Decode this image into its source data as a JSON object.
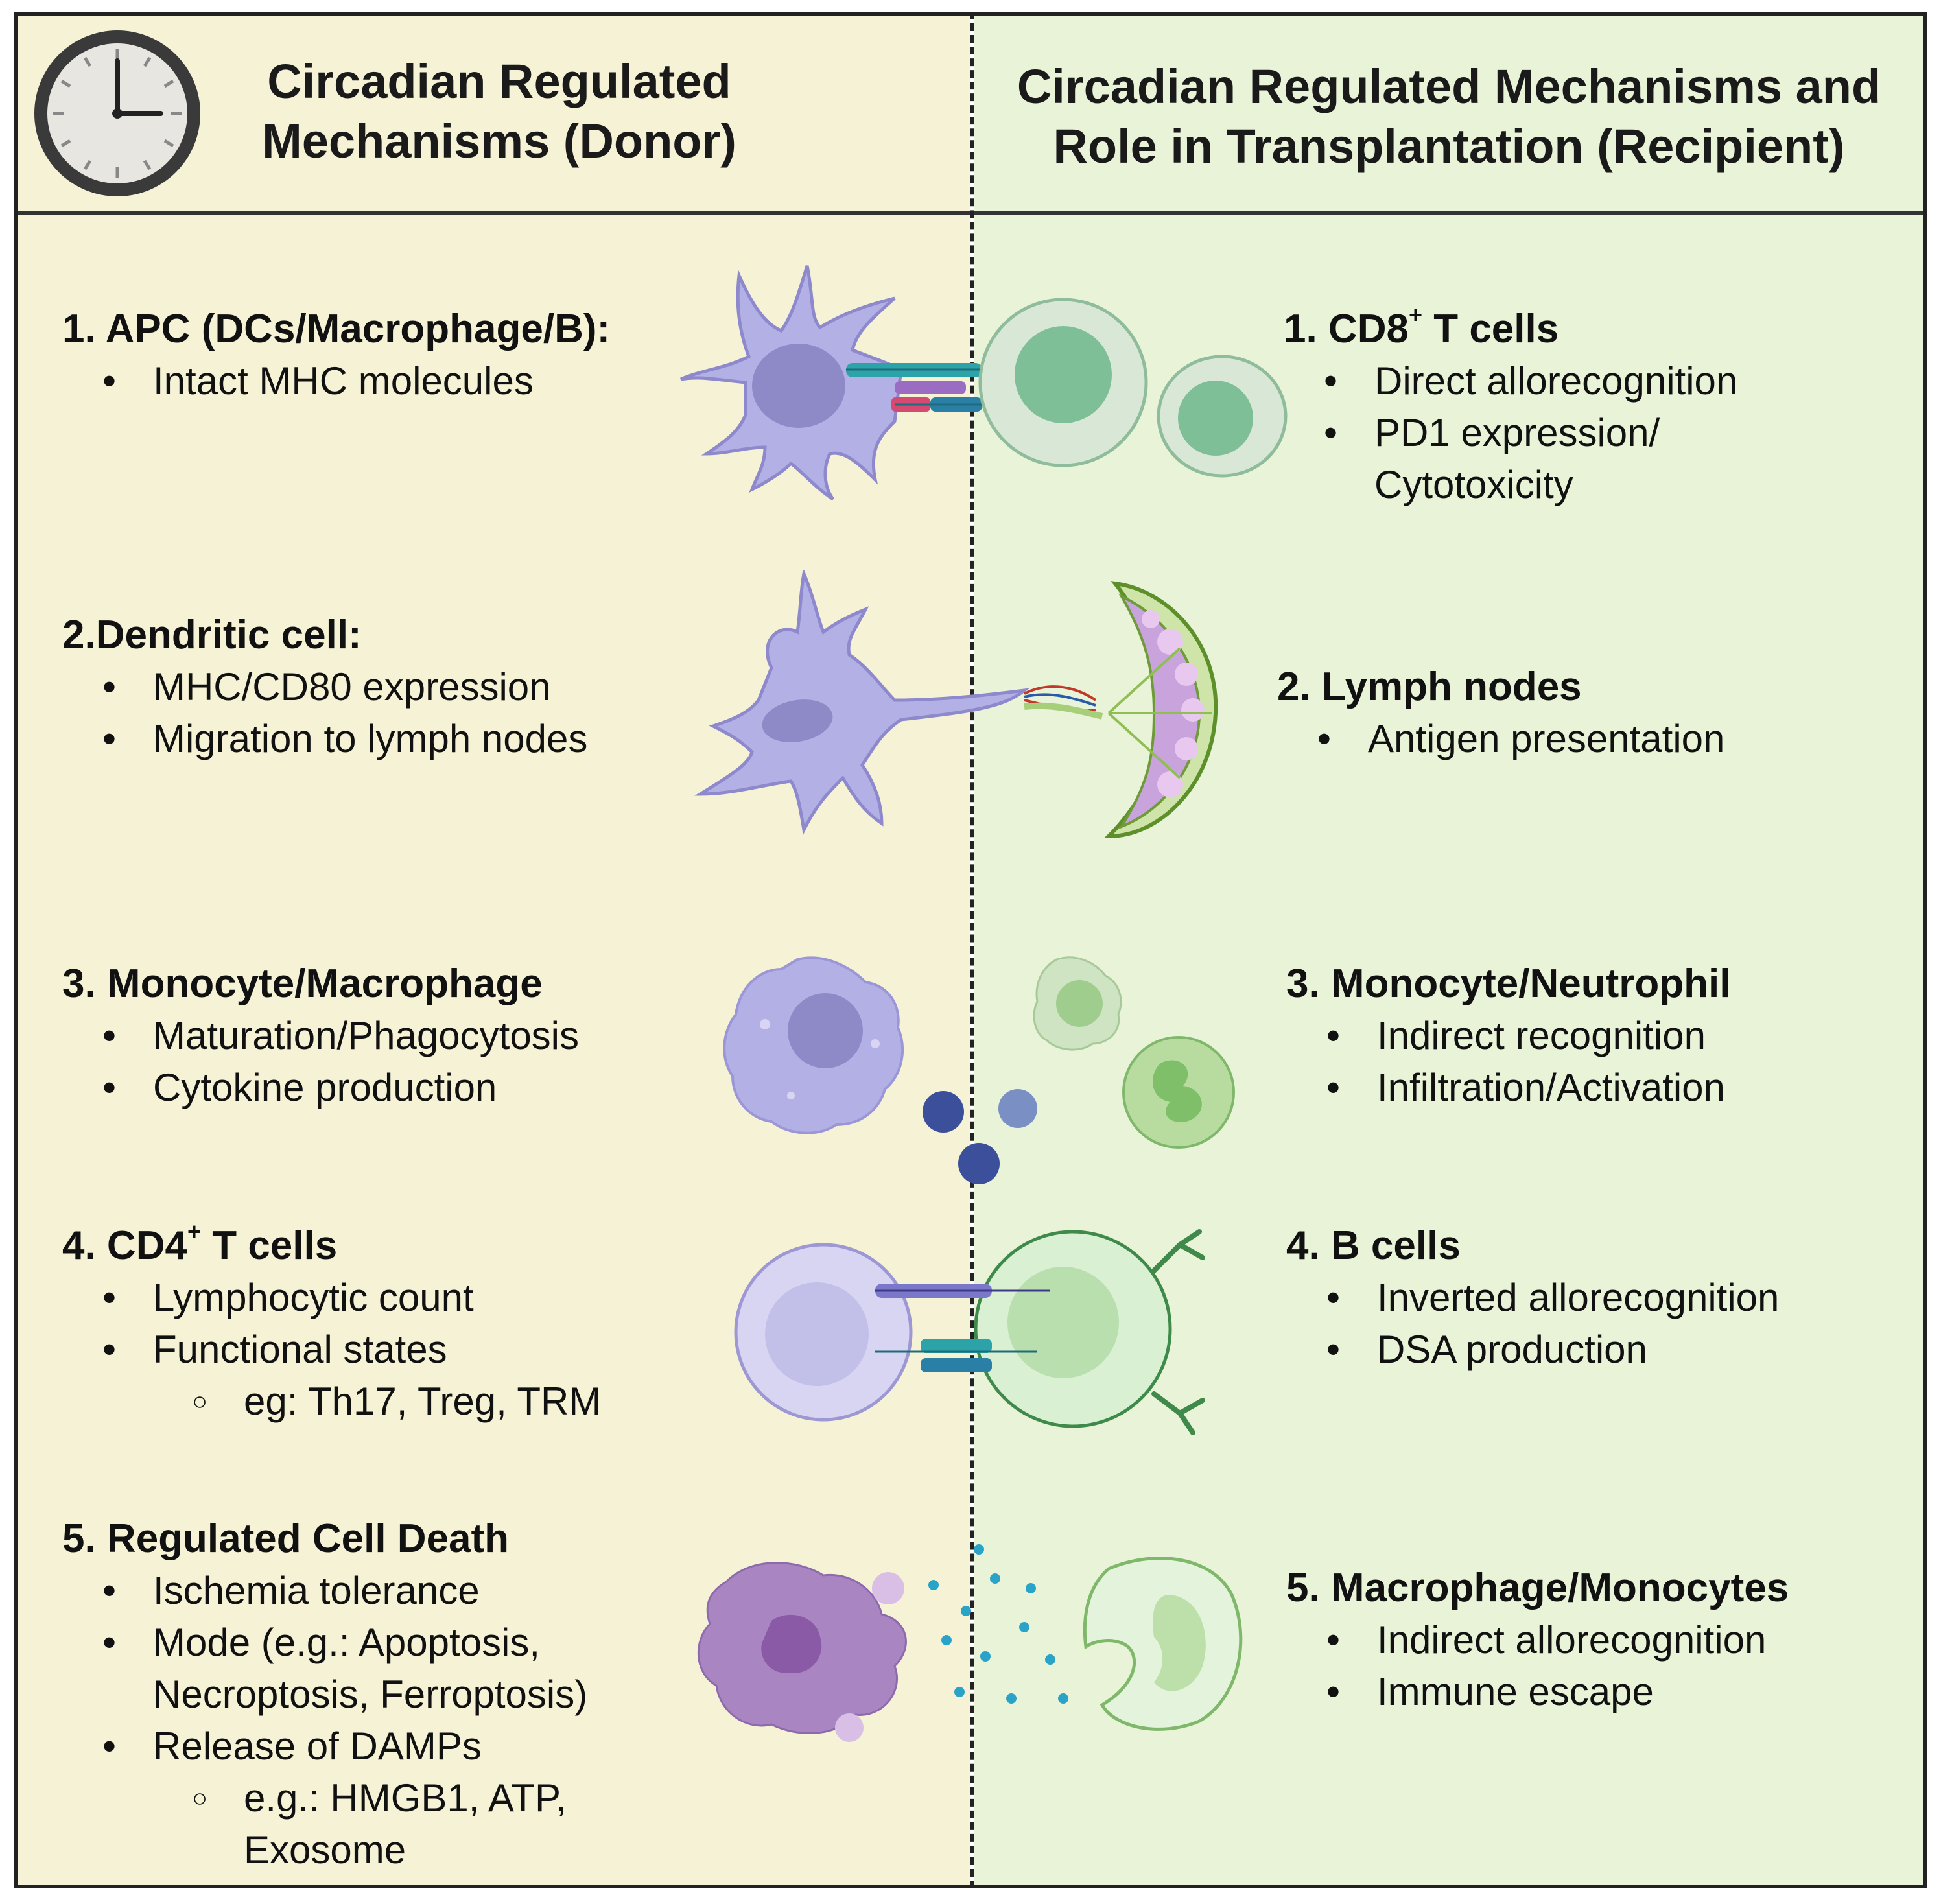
{
  "header": {
    "left_title_line1": "Circadian Regulated",
    "left_title_line2": "Mechanisms (Donor)",
    "right_title_line1": "Circadian Regulated Mechanisms and",
    "right_title_line2": "Role in Transplantation (Recipient)"
  },
  "colors": {
    "left_panel_bg": "#f5f2d6",
    "right_panel_bg": "#e8f3d8",
    "purple_cell": "#b3b0e6",
    "green_cell": "#d6ebd0",
    "nucleus_purple": "#8e8ac8",
    "nucleus_green": "#7fbf97"
  },
  "donor": {
    "items": [
      {
        "title": "1. APC (DCs/Macrophage/B):",
        "bullets": [
          "Intact MHC molecules"
        ]
      },
      {
        "title": "2.Dendritic cell:",
        "bullets": [
          "MHC/CD80 expression",
          "Migration to lymph nodes"
        ]
      },
      {
        "title": "3. Monocyte/Macrophage",
        "bullets": [
          "Maturation/Phagocytosis",
          "Cytokine production"
        ]
      },
      {
        "title_prefix": "4. CD4",
        "title_sup": "+",
        "title_suffix": " T cells",
        "bullets": [
          "Lymphocytic count",
          "Functional states"
        ],
        "sub": [
          "eg: Th17, Treg, TRM"
        ]
      },
      {
        "title": "5. Regulated Cell Death",
        "bullets": [
          "Ischemia tolerance",
          "Mode (e.g.: Apoptosis,",
          "Necroptosis, Ferroptosis)",
          "Release of DAMPs"
        ],
        "sub": [
          "e.g.: HMGB1, ATP,",
          "Exosome"
        ]
      }
    ]
  },
  "recipient": {
    "items": [
      {
        "title_prefix": "1. CD8",
        "title_sup": "+",
        "title_suffix": " T cells",
        "bullets": [
          "Direct allorecognition",
          "PD1 expression/",
          "Cytotoxicity"
        ]
      },
      {
        "title": "2. Lymph nodes",
        "bullets": [
          "Antigen presentation"
        ]
      },
      {
        "title": "3. Monocyte/Neutrophil",
        "bullets": [
          "Indirect recognition",
          "Infiltration/Activation"
        ]
      },
      {
        "title": "4. B cells",
        "bullets": [
          "Inverted allorecognition",
          "DSA production"
        ]
      },
      {
        "title": "5. Macrophage/Monocytes",
        "bullets": [
          "Indirect allorecognition",
          "Immune escape"
        ]
      }
    ]
  }
}
